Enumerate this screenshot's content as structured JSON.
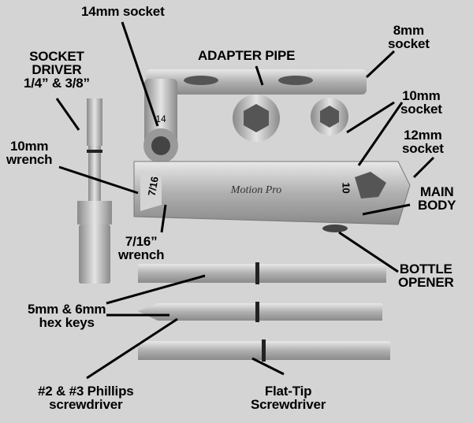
{
  "labels": {
    "socket_14mm": "14mm socket",
    "socket_8mm": [
      "8mm",
      "socket"
    ],
    "socket_driver": [
      "SOCKET",
      "DRIVER",
      "1/4” & 3/8”"
    ],
    "adapter_pipe": "ADAPTER PIPE",
    "socket_10mm": [
      "10mm",
      "socket"
    ],
    "socket_12mm": [
      "12mm",
      "socket"
    ],
    "wrench_10mm": [
      "10mm",
      "wrench"
    ],
    "main_body": [
      "MAIN",
      "BODY"
    ],
    "wrench_7_16": [
      "7/16”",
      "wrench"
    ],
    "bottle_opener": [
      "BOTTLE",
      "OPENER"
    ],
    "hex_keys": [
      "5mm & 6mm",
      "hex keys"
    ],
    "phillips": [
      "#2 & #3 Phillips",
      "screwdriver"
    ],
    "flat_tip": [
      "Flat-Tip",
      "Screwdriver"
    ]
  },
  "stamps": {
    "body_left": "7/16",
    "body_right": "10",
    "socket": "14",
    "logo": "Motion Pro"
  },
  "colors": {
    "background": "#d4d4d4",
    "metal": "#b8b8b8",
    "label": "#000000"
  }
}
